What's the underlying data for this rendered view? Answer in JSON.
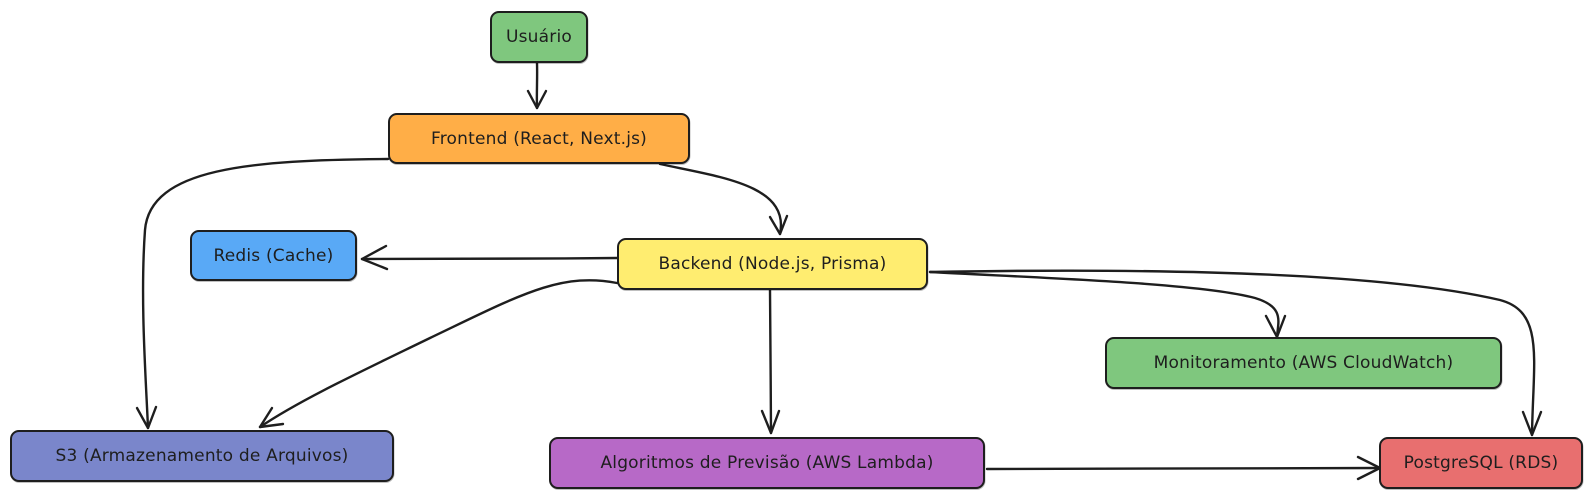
{
  "nodes": {
    "usuario": {
      "label": "Usuário",
      "color": "#7fc77e"
    },
    "frontend": {
      "label": "Frontend (React, Next.js)",
      "color": "#ffae47"
    },
    "backend": {
      "label": "Backend (Node.js, Prisma)",
      "color": "#ffed70"
    },
    "redis": {
      "label": "Redis (Cache)",
      "color": "#59a9f6"
    },
    "monitoramento": {
      "label": "Monitoramento (AWS CloudWatch)",
      "color": "#7fc77e"
    },
    "s3": {
      "label": "S3 (Armazenamento de Arquivos)",
      "color": "#7a86cb"
    },
    "algoritmos": {
      "label": "Algoritmos de Previsão (AWS Lambda)",
      "color": "#b769c7"
    },
    "postgres": {
      "label": "PostgreSQL (RDS)",
      "color": "#e86f6f"
    }
  },
  "edges": [
    {
      "from": "usuario",
      "to": "frontend"
    },
    {
      "from": "frontend",
      "to": "backend"
    },
    {
      "from": "frontend",
      "to": "s3"
    },
    {
      "from": "backend",
      "to": "redis"
    },
    {
      "from": "backend",
      "to": "s3"
    },
    {
      "from": "backend",
      "to": "algoritmos"
    },
    {
      "from": "backend",
      "to": "monitoramento"
    },
    {
      "from": "backend",
      "to": "postgres"
    },
    {
      "from": "algoritmos",
      "to": "postgres"
    }
  ]
}
